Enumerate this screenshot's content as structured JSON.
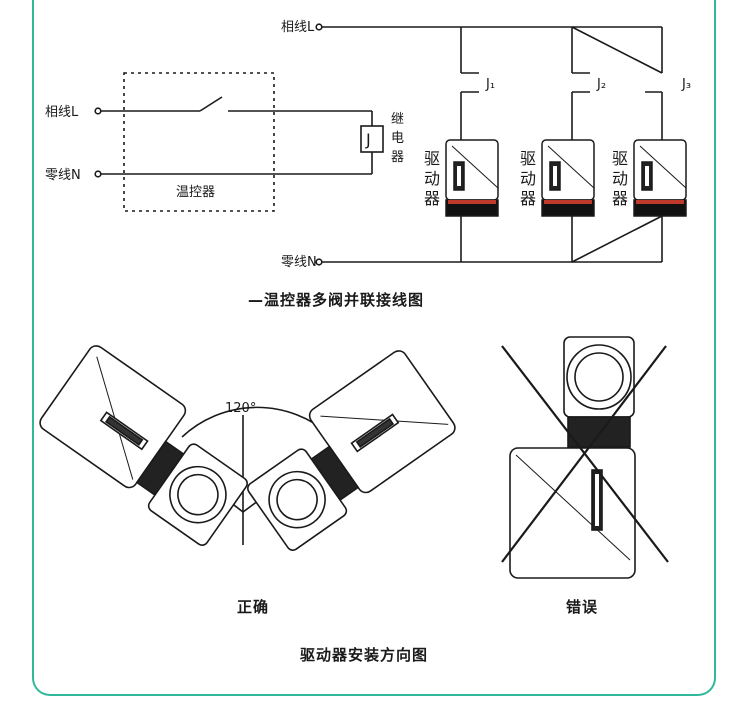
{
  "wiring": {
    "phase_label": "相线L",
    "neutral_label": "零线N",
    "thermostat_label": "温控器",
    "relay_symbol": "J",
    "relay_label": [
      "继",
      "电",
      "器"
    ],
    "contacts": [
      "J₁",
      "J₂",
      "J₃"
    ],
    "actuator_label": [
      "驱",
      "动",
      "器"
    ],
    "caption": "—温控器多阀并联接线图"
  },
  "orientation": {
    "angle_label": "120°",
    "correct_label": "正确",
    "wrong_label": "错误",
    "caption": "驱动器安装方向图"
  }
}
